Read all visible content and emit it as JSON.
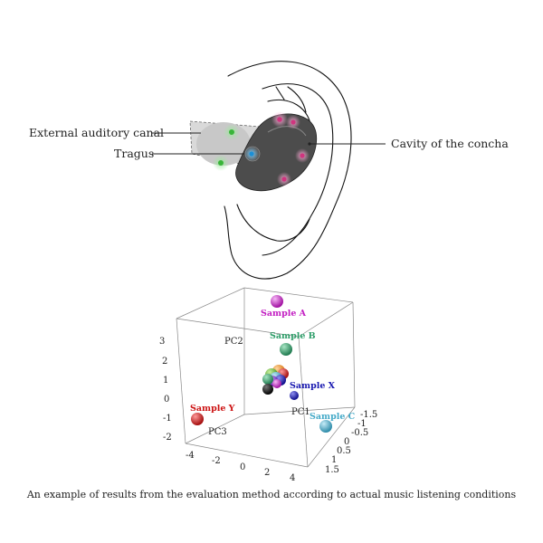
{
  "ear_labels": {
    "external_canal": "External auditory canal",
    "tragus": "Tragus",
    "concha": "Cavity of the concha"
  },
  "caption": "An example of results from the evaluation method according to actual music listening conditions",
  "plot": {
    "axes": {
      "pc1": "PC1",
      "pc2": "PC2",
      "pc3": "PC3"
    },
    "pc2_ticks": [
      "3",
      "2",
      "1",
      "0",
      "-1",
      "-2"
    ],
    "pc3_ticks": [
      "-4",
      "-2",
      "0",
      "2",
      "4"
    ],
    "pc1_ticks": [
      "-1.5",
      "-1",
      "-0.5",
      "0",
      "0.5",
      "1",
      "1.5"
    ],
    "samples": [
      {
        "name": "Sample A",
        "color": "#c21ec2"
      },
      {
        "name": "Sample B",
        "color": "#2f9e6a"
      },
      {
        "name": "Sample X",
        "color": "#1818b0"
      },
      {
        "name": "Sample Y",
        "color": "#cc1111"
      },
      {
        "name": "Sample C",
        "color": "#45aac8"
      }
    ]
  }
}
